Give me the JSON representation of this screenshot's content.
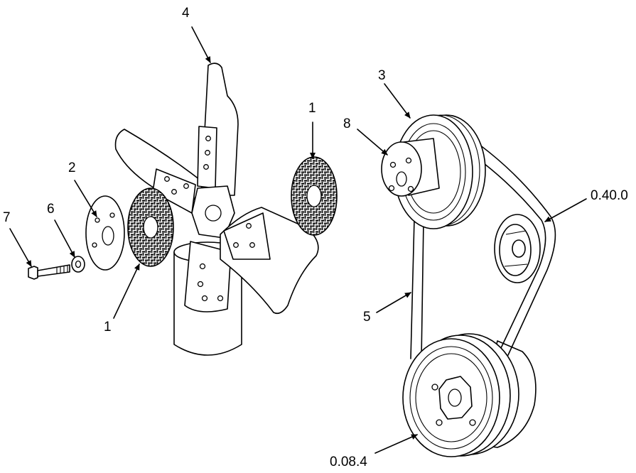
{
  "callouts": {
    "c1_left": "1",
    "c1_right": "1",
    "c2": "2",
    "c3": "3",
    "c4": "4",
    "c5": "5",
    "c6": "6",
    "c7": "7",
    "c8": "8",
    "ref_idler": "0.40.0",
    "ref_crank": "0.08.4"
  }
}
